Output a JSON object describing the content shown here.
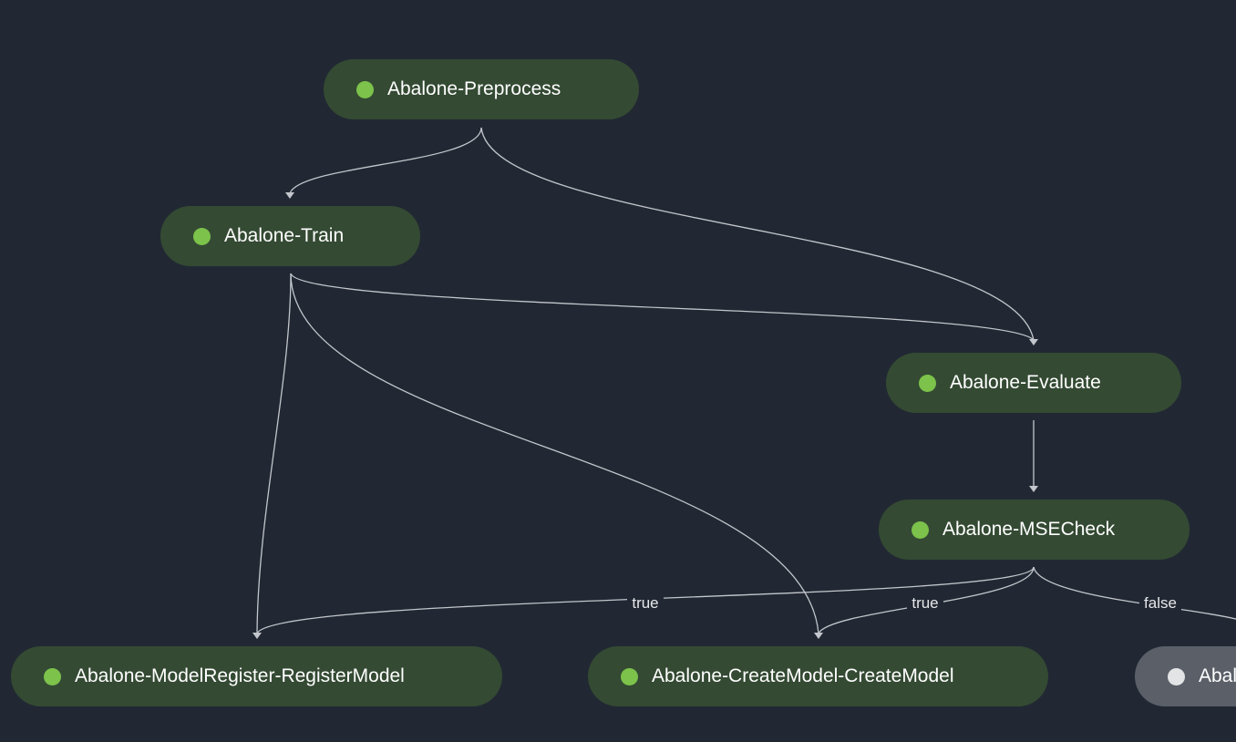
{
  "colors": {
    "background": "#212833",
    "node_succeeded": "#344a33",
    "node_not_run": "#5a5f68",
    "status_succeeded": "#7cc24b",
    "status_not_run": "#e3e4e6",
    "edge": "#c3c6cc"
  },
  "nodes": {
    "preprocess": {
      "label": "Abalone-Preprocess",
      "status": "succeeded"
    },
    "train": {
      "label": "Abalone-Train",
      "status": "succeeded"
    },
    "evaluate": {
      "label": "Abalone-Evaluate",
      "status": "succeeded"
    },
    "msecheck": {
      "label": "Abalone-MSECheck",
      "status": "succeeded"
    },
    "register": {
      "label": "Abalone-ModelRegister-RegisterModel",
      "status": "succeeded"
    },
    "createmodel": {
      "label": "Abalone-CreateModel-CreateModel",
      "status": "succeeded"
    },
    "fail": {
      "label": "Abalone-MSECheckFailed",
      "status": "not-run"
    }
  },
  "edges": [
    {
      "from": "preprocess",
      "to": "train",
      "label": ""
    },
    {
      "from": "preprocess",
      "to": "evaluate",
      "label": ""
    },
    {
      "from": "train",
      "to": "evaluate",
      "label": ""
    },
    {
      "from": "train",
      "to": "register",
      "label": ""
    },
    {
      "from": "train",
      "to": "createmodel",
      "label": ""
    },
    {
      "from": "evaluate",
      "to": "msecheck",
      "label": ""
    },
    {
      "from": "msecheck",
      "to": "register",
      "label": "true"
    },
    {
      "from": "msecheck",
      "to": "createmodel",
      "label": "true"
    },
    {
      "from": "msecheck",
      "to": "fail",
      "label": "false"
    }
  ]
}
